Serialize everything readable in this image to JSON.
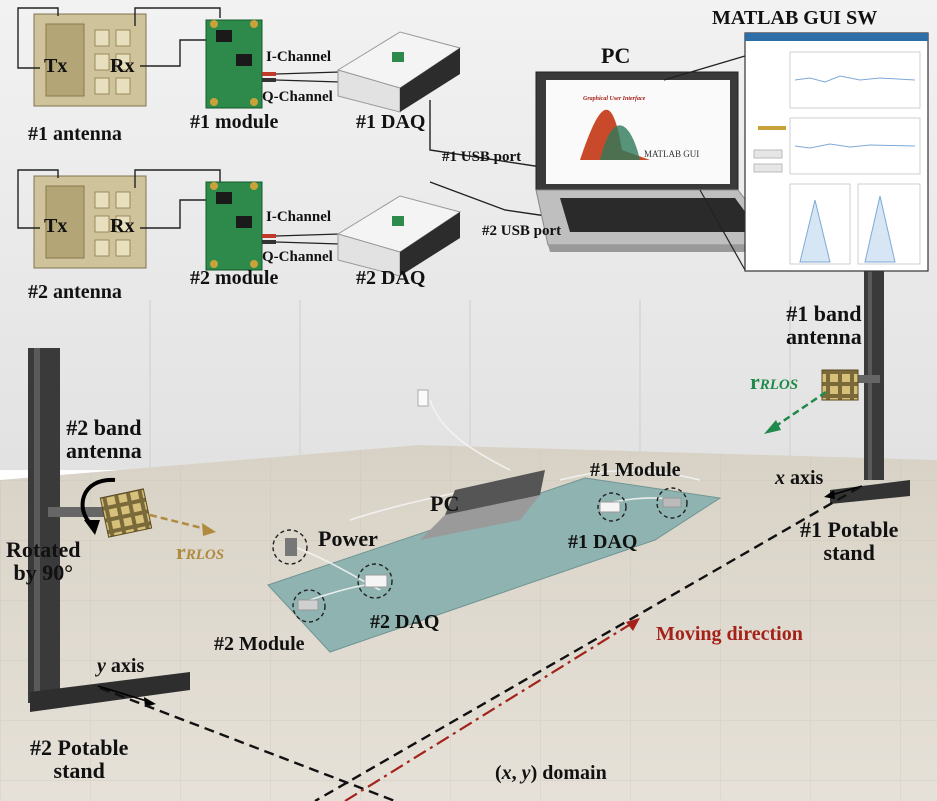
{
  "colors": {
    "wall": "#ededed",
    "floor": "#d9d3c8",
    "mat": "#8fb3b0",
    "pcb": "#2e8a4a",
    "antenna": "#b8a878",
    "moving_direction": "#a3231a",
    "rlos_green": "#1f8a4a",
    "rlos_gold": "#b08a3e"
  },
  "header": {
    "matlab_gui_sw": "MATLAB GUI SW",
    "pc": "PC"
  },
  "setup": {
    "antenna1": {
      "tx": "Tx",
      "rx": "Rx",
      "caption": "#1 antenna"
    },
    "module1": {
      "caption": "#1 module",
      "i_channel": "I-Channel",
      "q_channel": "Q-Channel"
    },
    "daq1": {
      "caption": "#1 DAQ"
    },
    "usb1": "#1 USB port",
    "antenna2": {
      "tx": "Tx",
      "rx": "Rx",
      "caption": "#2 antenna"
    },
    "module2": {
      "caption": "#2 module",
      "i_channel": "I-Channel",
      "q_channel": "Q-Channel"
    },
    "daq2": {
      "caption": "#2 DAQ"
    },
    "usb2": "#2 USB port",
    "laptop_screen": {
      "title": "Graphical User Interface",
      "brand": "MATLAB GUI"
    }
  },
  "scene": {
    "band_antenna1": {
      "line1": "#1 band",
      "line2": "antenna"
    },
    "rlos_main": "r",
    "rlos_sub": "RLOS",
    "x_axis": {
      "var": "x",
      "word": " axis"
    },
    "potable_stand1": {
      "line1": "#1 Potable",
      "line2": "stand"
    },
    "module1_floor": "#1 Module",
    "daq1_floor": "#1 DAQ",
    "pc_floor": "PC",
    "power": "Power",
    "band_antenna2": {
      "line1": "#2 band",
      "line2": "antenna"
    },
    "rotated": {
      "line1": "Rotated",
      "line2": "by 90°"
    },
    "module2_floor": "#2 Module",
    "daq2_floor": "#2 DAQ",
    "moving_direction": "Moving direction",
    "y_axis": {
      "var": "y",
      "word": " axis"
    },
    "potable_stand2": {
      "line1": "#2 Potable",
      "line2": "stand"
    },
    "domain": {
      "open": "(",
      "x": "x",
      "comma": ", ",
      "y": "y",
      "close": ") domain"
    }
  }
}
